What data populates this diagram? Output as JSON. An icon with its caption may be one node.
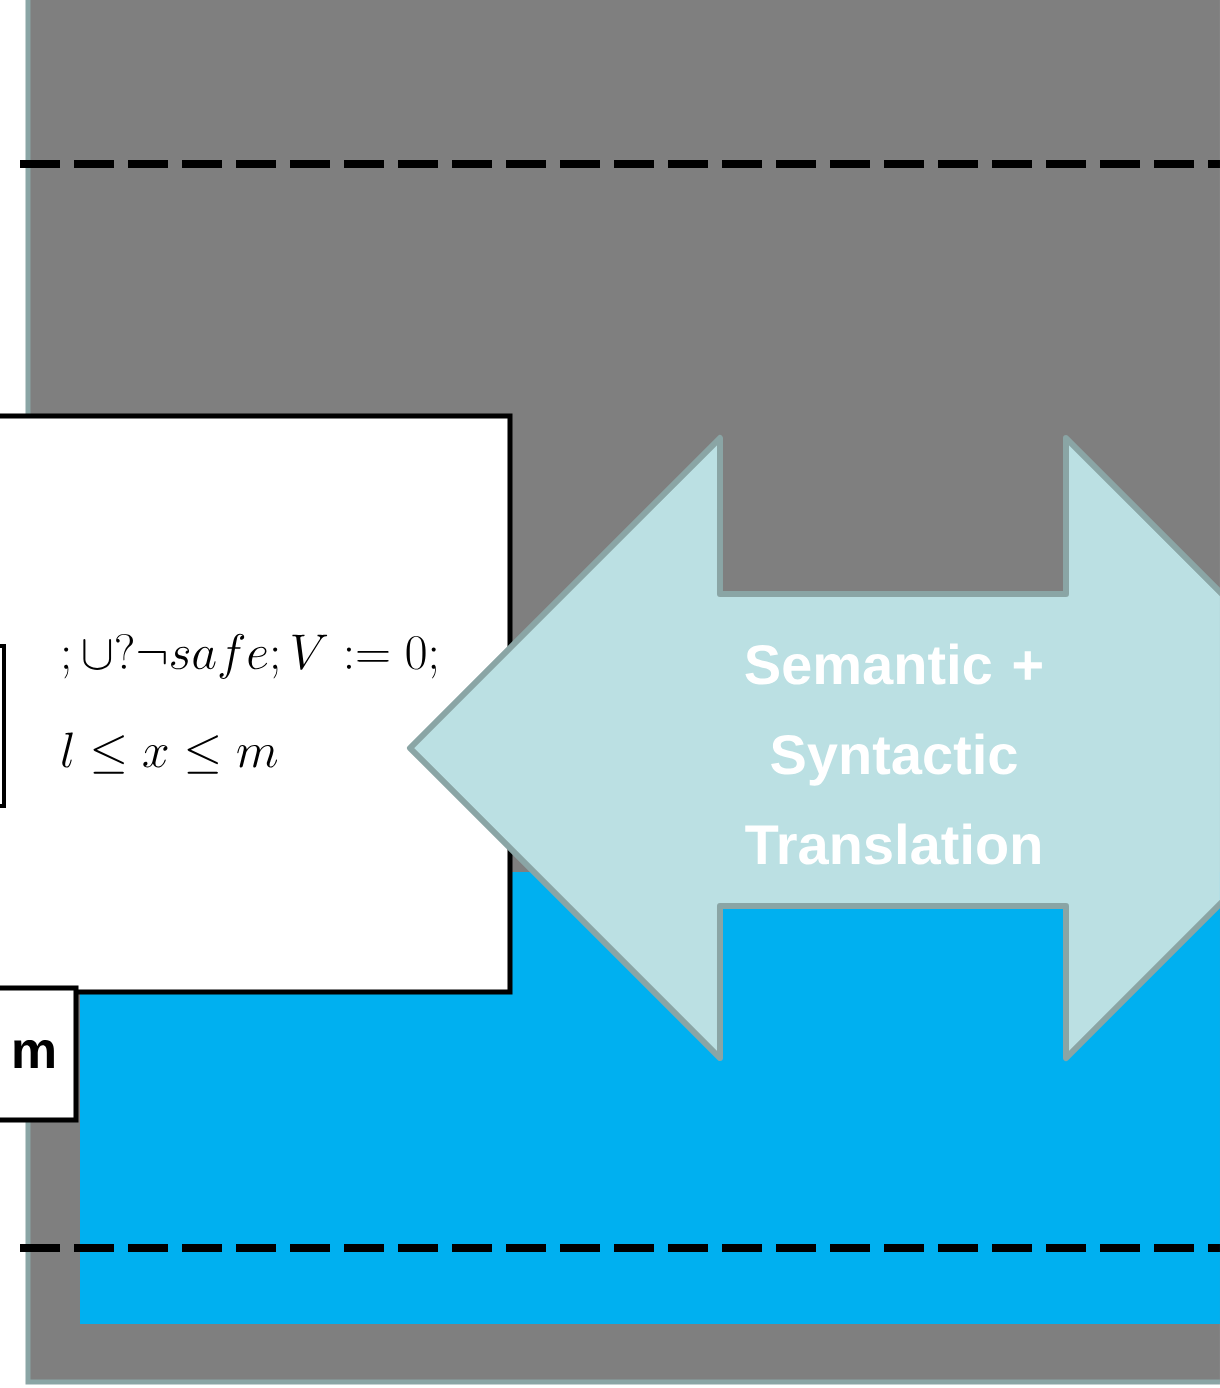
{
  "diagram": {
    "nodes": [
      {
        "text": [
          ";\\cup ?\\neg safe; V := 0;",
          "l \\le x \\le m"
        ]
      },
      {
        "text": [
          "m"
        ]
      },
      {
        "text": [
          "Semantic + Syntactic Translation"
        ]
      }
    ]
  }
}
